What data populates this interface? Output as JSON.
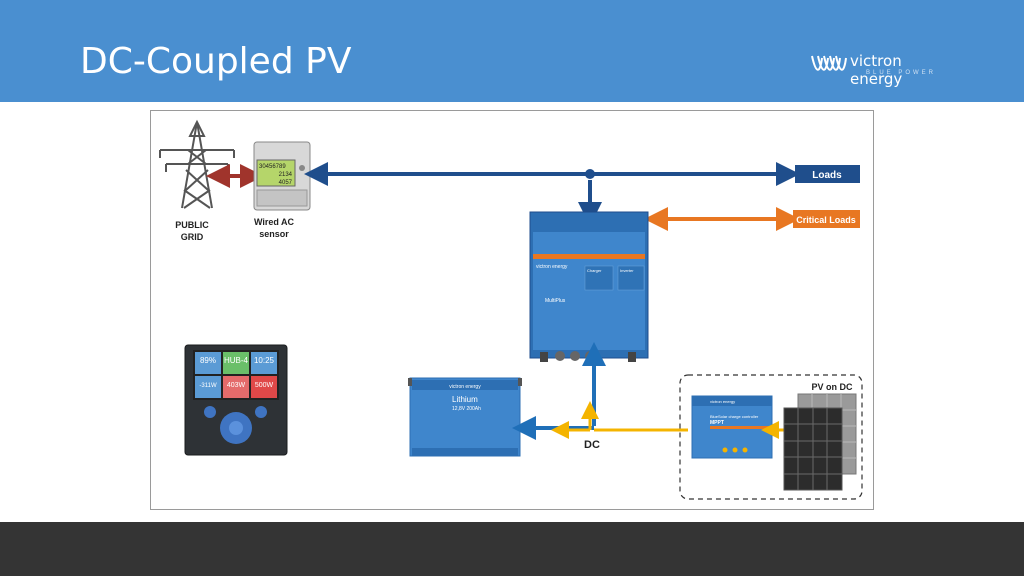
{
  "slide": {
    "title": "DC-Coupled PV"
  },
  "logo": {
    "brand": "victron energy",
    "tagline": "BLUE POWER"
  },
  "diagram": {
    "grid_label_1": "PUBLIC",
    "grid_label_2": "GRID",
    "sensor_label_1": "Wired AC",
    "sensor_label_2": "sensor",
    "loads_label": "Loads",
    "critical_loads_label": "Critical Loads",
    "dc_label": "DC",
    "pv_label": "PV on DC",
    "meter": {
      "line1": "30456789",
      "line2": "2134",
      "line3": "4057"
    },
    "multiplus": {
      "brand": "victron energy",
      "model": "MultiPlus",
      "col1": "Charger",
      "col2": "Inverter"
    },
    "battery": {
      "brand": "victron energy",
      "title": "Lithium",
      "spec": "12,8V 200Ah"
    },
    "mppt": {
      "brand": "victron energy",
      "title": "BlueSolar charge controller",
      "model": "MPPT"
    },
    "ccgx": {
      "tile1": "89%",
      "tile2": "HUB-4",
      "tile3": "10:25",
      "tile4": "-311W",
      "tile5": "403W",
      "tile6": "500W"
    }
  },
  "colors": {
    "header": "#4a8fd0",
    "ac_line": "#1f4e8c",
    "grid_link": "#a0342c",
    "critical": "#e87722",
    "dc_line": "#1f6fb8",
    "pv_line": "#f4b400",
    "footer": "#343434"
  }
}
